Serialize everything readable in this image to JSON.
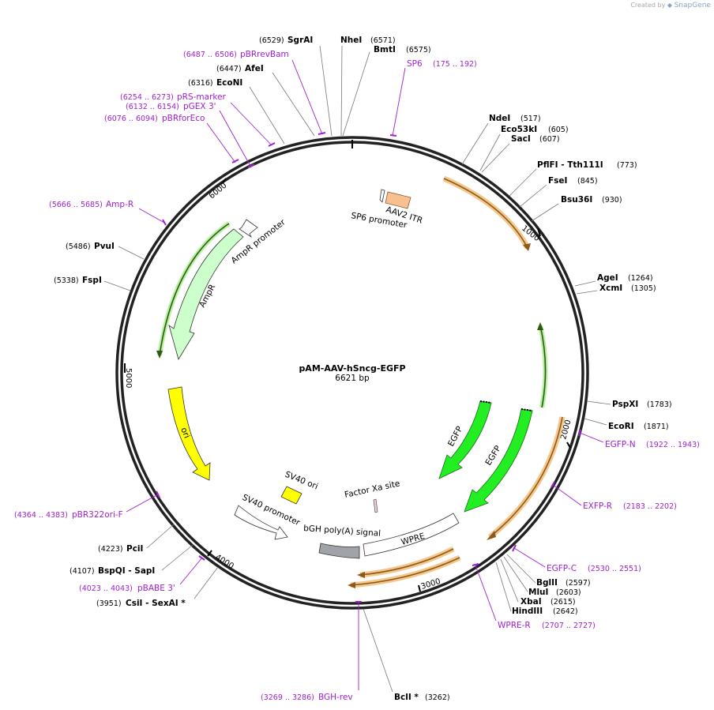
{
  "credit": {
    "prefix": "Created by",
    "brand": "SnapGene"
  },
  "plasmid": {
    "name": "pAM-AAV-hSncg-EGFP",
    "size": "6621 bp"
  },
  "ticks": [
    "1000",
    "2000",
    "3000",
    "4000",
    "5000",
    "6000"
  ],
  "enzymes": [
    {
      "name": "SgrAI",
      "pos": "(6529)"
    },
    {
      "name": "NheI",
      "pos": "(6571)"
    },
    {
      "name": "BmtI",
      "pos": "(6575)"
    },
    {
      "name": "AfeI",
      "pos": "(6447)"
    },
    {
      "name": "EcoNI",
      "pos": "(6316)"
    },
    {
      "name": "NdeI",
      "pos": "(517)"
    },
    {
      "name": "Eco53kI",
      "pos": "(605)"
    },
    {
      "name": "SacI",
      "pos": "(607)"
    },
    {
      "name": "PflFI - Tth111I",
      "pos": "(773)"
    },
    {
      "name": "FseI",
      "pos": "(845)"
    },
    {
      "name": "Bsu36I",
      "pos": "(930)"
    },
    {
      "name": "AgeI",
      "pos": "(1264)"
    },
    {
      "name": "XcmI",
      "pos": "(1305)"
    },
    {
      "name": "PspXI",
      "pos": "(1783)"
    },
    {
      "name": "EcoRI",
      "pos": "(1871)"
    },
    {
      "name": "BglII",
      "pos": "(2597)"
    },
    {
      "name": "MluI",
      "pos": "(2603)"
    },
    {
      "name": "XbaI",
      "pos": "(2615)"
    },
    {
      "name": "HindIII",
      "pos": "(2642)"
    },
    {
      "name": "BclI *",
      "pos": "(3262)"
    },
    {
      "name": "CsiI - SexAI *",
      "pos": "(3951)"
    },
    {
      "name": "BspQI - SapI",
      "pos": "(4107)"
    },
    {
      "name": "PciI",
      "pos": "(4223)"
    },
    {
      "name": "FspI",
      "pos": "(5338)"
    },
    {
      "name": "PvuI",
      "pos": "(5486)"
    }
  ],
  "primers": [
    {
      "name": "pBRrevBam",
      "pos": "(6487 .. 6506)"
    },
    {
      "name": "SP6",
      "pos": "(175 .. 192)"
    },
    {
      "name": "pRS-marker",
      "pos": "(6254 .. 6273)"
    },
    {
      "name": "pGEX 3'",
      "pos": "(6132 .. 6154)"
    },
    {
      "name": "pBRforEco",
      "pos": "(6076 .. 6094)"
    },
    {
      "name": "Amp-R",
      "pos": "(5666 .. 5685)"
    },
    {
      "name": "EGFP-N",
      "pos": "(1922 .. 1943)"
    },
    {
      "name": "EXFP-R",
      "pos": "(2183 .. 2202)"
    },
    {
      "name": "EGFP-C",
      "pos": "(2530 .. 2551)"
    },
    {
      "name": "WPRE-R",
      "pos": "(2707 .. 2727)"
    },
    {
      "name": "BGH-rev",
      "pos": "(3269 .. 3286)"
    },
    {
      "name": "pBABE 3'",
      "pos": "(4023 .. 4043)"
    },
    {
      "name": "pBR322ori-F",
      "pos": "(4364 .. 4383)"
    }
  ],
  "features": [
    {
      "name": "AAV2 ITR"
    },
    {
      "name": "SP6 promoter"
    },
    {
      "name": "AmpR promoter"
    },
    {
      "name": "AmpR"
    },
    {
      "name": "ori"
    },
    {
      "name": "SV40 ori"
    },
    {
      "name": "SV40 promoter"
    },
    {
      "name": "bGH poly(A) signal"
    },
    {
      "name": "Factor Xa site"
    },
    {
      "name": "WPRE"
    },
    {
      "name": "EGFP"
    },
    {
      "name": "EGFP"
    }
  ],
  "colors": {
    "primer": "#a020d0",
    "egfp": "#22ee22",
    "ori": "#ffff00",
    "ampr": "#ccffcc",
    "itr": "#f8c090",
    "bgh": "#a0a4a8",
    "orf_glow": "#f5c78a",
    "orf_line": "#8b5a1e"
  }
}
